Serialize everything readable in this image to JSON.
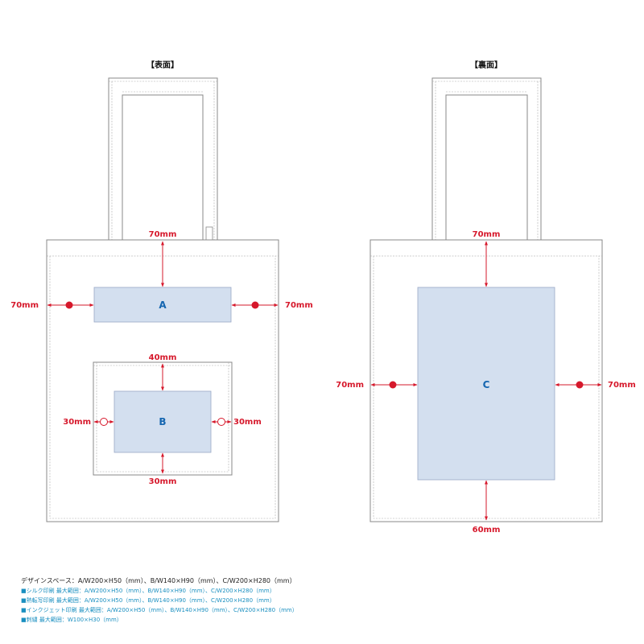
{
  "colors": {
    "outline": "#888888",
    "seam": "#9a9a9a",
    "print_fill": "#d3dfef",
    "print_stroke": "#9aa8c6",
    "print_label": "#1566b0",
    "arrow": "#d6182b",
    "note_main": "#222222",
    "note_sub": "#1a8fc0"
  },
  "front": {
    "title": "【表面】",
    "area_a": {
      "label": "A",
      "top": "70mm",
      "left": "70mm",
      "right": "70mm"
    },
    "area_b": {
      "label": "B",
      "top": "40mm",
      "left": "30mm",
      "right": "30mm",
      "bottom": "30mm"
    }
  },
  "back": {
    "title": "【裏面】",
    "area_c": {
      "label": "C",
      "top": "70mm",
      "left": "70mm",
      "right": "70mm",
      "bottom": "60mm"
    }
  },
  "notes": {
    "design_space": "デザインスペース：A/W200×H50（mm）、B/W140×H90（mm）、C/W200×H280（mm）",
    "silk": "■シルク印刷 最大範囲：A/W200×H50（mm）、B/W140×H90（mm）、C/W200×H280（mm）",
    "heat_transfer": "■熱転写印刷 最大範囲：A/W200×H50（mm）、B/W140×H90（mm）、C/W200×H280（mm）",
    "inkjet": "■インクジェット印刷 最大範囲：A/W200×H50（mm）、B/W140×H90（mm）、C/W200×H280（mm）",
    "embroidery": "■刺繍 最大範囲：W100×H30（mm）"
  }
}
